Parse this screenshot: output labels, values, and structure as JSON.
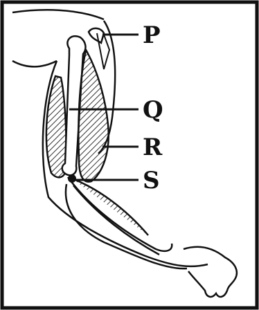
{
  "labels": [
    {
      "id": "p",
      "text": "P"
    },
    {
      "id": "q",
      "text": "Q"
    },
    {
      "id": "r",
      "text": "R"
    },
    {
      "id": "s",
      "text": "S"
    }
  ],
  "colors": {
    "ink": "#111111",
    "background": "#ffffff",
    "hatch": "#333333"
  }
}
